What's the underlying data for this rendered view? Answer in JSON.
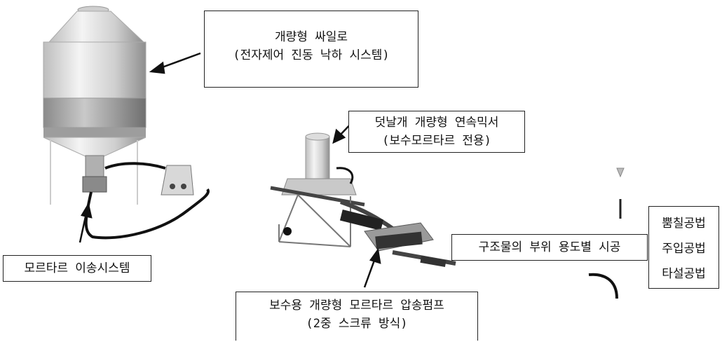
{
  "labels": {
    "silo": {
      "line1": "개량형 싸일로",
      "line2": "(전자제어 진동 낙하 시스템)"
    },
    "mixer": {
      "line1": "덧날개 개량형 연속믹서",
      "line2": "(보수모르타르 전용)"
    },
    "transfer": {
      "line1": "모르타르 이송시스템"
    },
    "pump": {
      "line1": "보수용 개량형 모르타르 압송펌프",
      "line2": "(2중 스크류 방식)"
    },
    "construction": {
      "line1": "구조물의 부위 용도별 시공"
    },
    "methods": [
      "뿜칠공법",
      "주입공법",
      "타설공법"
    ]
  }
}
